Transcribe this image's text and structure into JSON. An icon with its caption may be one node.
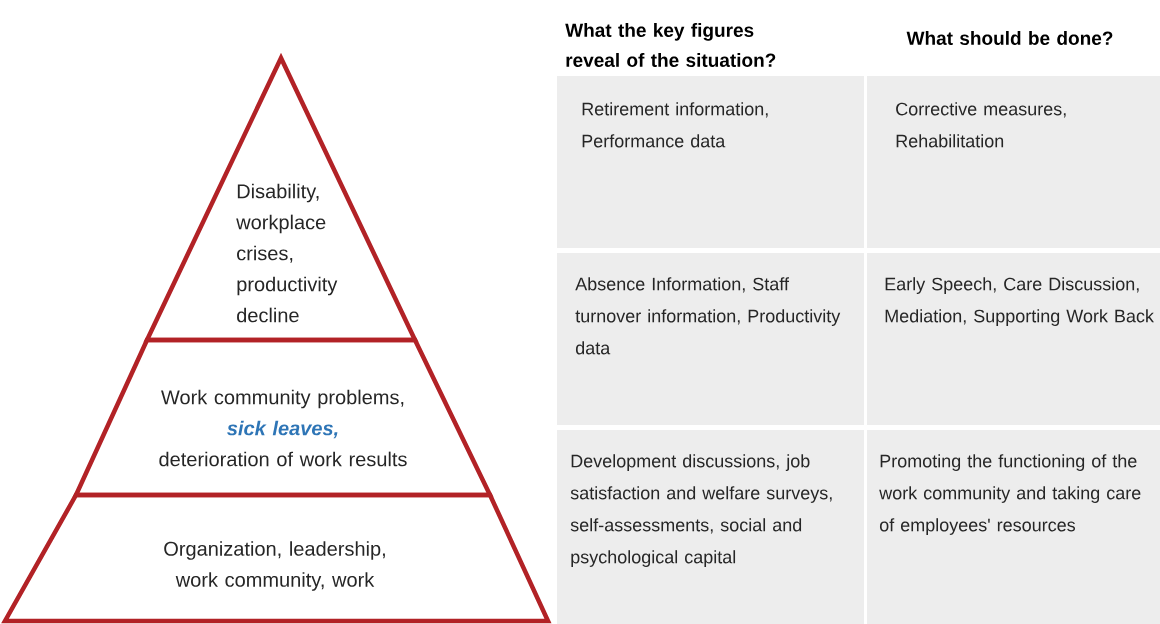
{
  "diagram": {
    "nodes": [
      {
        "text": [
          "Disability, workplace crises, productivity decline"
        ]
      },
      {
        "text": [
          "Work community problems,",
          "sick leaves,",
          "deterioration of work results"
        ]
      },
      {
        "text": [
          "Organization, leadership, work community, work"
        ]
      },
      {
        "text": [
          "Retirement information, Performance data"
        ]
      },
      {
        "text": [
          "Corrective measures, Rehabilitation"
        ]
      },
      {
        "text": [
          "Absence Information, Staff turnover information, Productivity data"
        ]
      },
      {
        "text": [
          "Early Speech, Care Discussion, Mediation, Supporting Work Back"
        ]
      },
      {
        "text": [
          "Development discussions, job satisfaction and welfare surveys, self-assessments, social and psychological capital"
        ]
      },
      {
        "text": [
          "Promoting the functioning of the work community and taking care of employees' resources"
        ]
      }
    ],
    "edges": [],
    "labels": [
      "What the key figures reveal  of the situation?",
      "What should be done?"
    ]
  }
}
